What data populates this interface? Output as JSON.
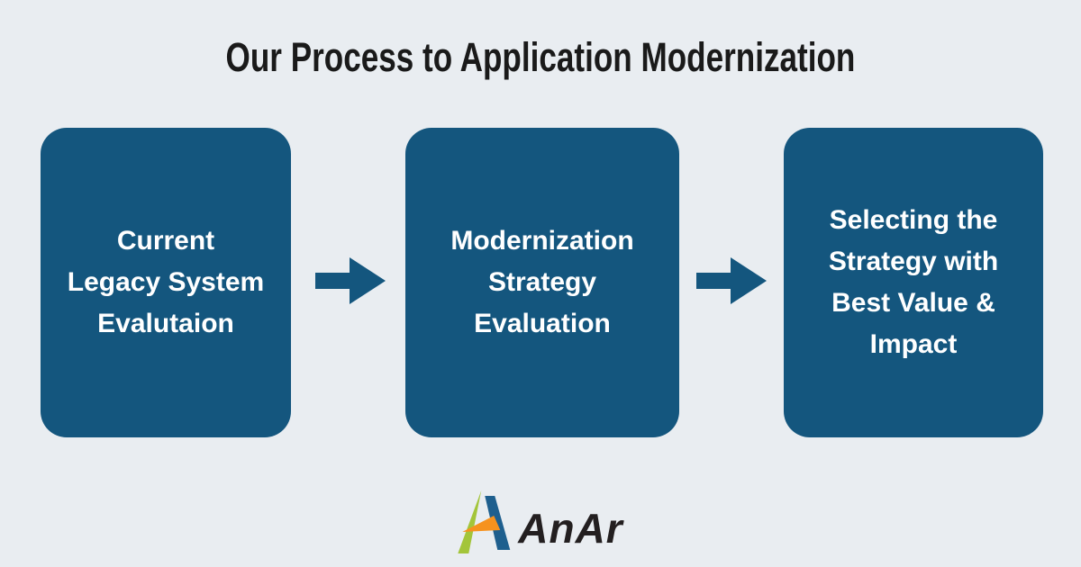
{
  "title": "Our Process to Application Modernization",
  "steps": [
    {
      "lines": [
        "Current",
        "Legacy System",
        "Evalutaion"
      ]
    },
    {
      "lines": [
        "Modernization",
        "Strategy",
        "Evaluation"
      ]
    },
    {
      "lines": [
        "Selecting the",
        "Strategy with",
        "Best Value &",
        "Impact"
      ]
    }
  ],
  "logo": {
    "text": "AnAr"
  },
  "colors": {
    "background": "#e9edf1",
    "box": "#14567e",
    "arrow": "#14567e",
    "box_text": "#ffffff",
    "title_text": "#1a1a1a",
    "logo_text": "#231f20",
    "logo_green": "#a3c53a",
    "logo_blue": "#1e5f8e",
    "logo_orange": "#f6921e"
  }
}
